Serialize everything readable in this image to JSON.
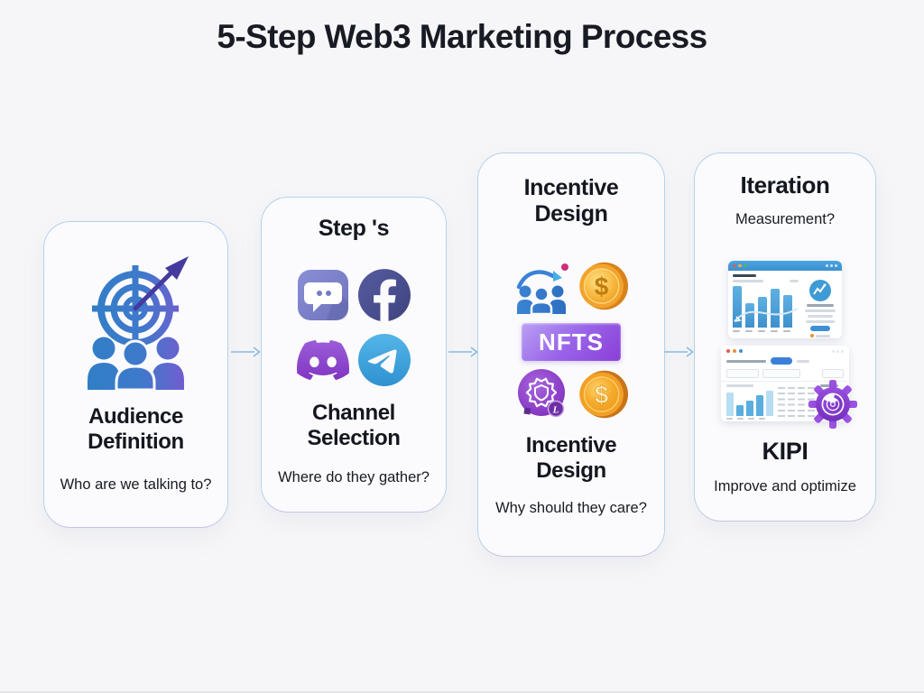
{
  "header": {
    "title": "5-Step Web3 Marketing Process"
  },
  "steps": [
    {
      "name": "audience-definition",
      "title": "Audience Definition",
      "question": "Who are we talking to?",
      "icon": "target-audience-icon"
    },
    {
      "name": "channel-selection",
      "heading": "Step 's",
      "title": "Channel Selection",
      "question": "Where do they gather?",
      "icons": [
        "chat-app-icon",
        "facebook-icon",
        "discord-icon",
        "telegram-icon"
      ]
    },
    {
      "name": "incentive-design",
      "heading": "Incentive Design",
      "title": "Incentive Design",
      "question": "Why should they care?",
      "nft_label": "NFTS",
      "coin_symbol": "$",
      "loyalty_letter": "L",
      "icons": [
        "community-growth-icon",
        "dollar-coin-icon",
        "nft-banner",
        "loyalty-badge-icon",
        "dollar-coin-icon"
      ]
    },
    {
      "name": "iteration",
      "heading": "Iteration",
      "subheading": "Measurement?",
      "title": "KIPI",
      "question": "Improve and optimize",
      "icons": [
        "analytics-dashboard-window",
        "report-dashboard-window",
        "gear-target-icon"
      ],
      "windows": [
        {
          "bars": [
            {
              "h": 46
            },
            {
              "h": 27
            },
            {
              "h": 34
            },
            {
              "h": 43
            },
            {
              "h": 36
            }
          ]
        },
        {
          "bars": [
            {
              "h": 26,
              "light": true
            },
            {
              "h": 12
            },
            {
              "h": 17
            },
            {
              "h": 23
            },
            {
              "h": 28,
              "light": true
            }
          ]
        }
      ]
    }
  ],
  "connectors": {
    "count": 3,
    "direction": "right",
    "color": "#85b8e0"
  },
  "colors": {
    "background": "#f6f6f8",
    "card_border": "#b6d2ec",
    "heading_text": "#14171f",
    "icon_gradient_blue": "#2e7fc5",
    "icon_gradient_purple": "#7b58cf",
    "chat_app": "#7c81c9",
    "facebook": "#4b5096",
    "discord": "#8a3cc6",
    "telegram": "#35a6dd",
    "coin_gold": "#f2a32e",
    "nft_purple": "#9a66ea",
    "dashboard_blue": "#3f9bd6",
    "gear_purple": "#7c2fc0",
    "accent_magenta": "#cc2e7e"
  }
}
